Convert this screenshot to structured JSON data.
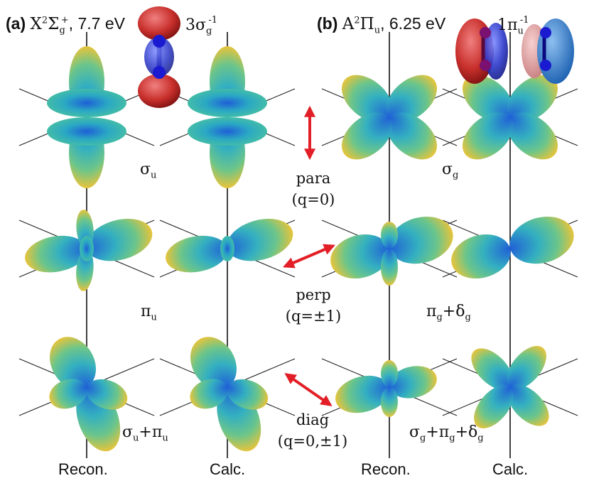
{
  "panels": [
    {
      "letter": "(a)",
      "state": "X",
      "state_sup": "2",
      "state_sym": "Σ",
      "state_sub": "g",
      "state_sup2": "+",
      "energy": ", 7.7 eV",
      "orbital": "3σ",
      "orbital_sub": "g",
      "orbital_sup": "-1"
    },
    {
      "letter": "(b)",
      "state": "A",
      "state_sup": "2",
      "state_sym": "Π",
      "state_sub": "u",
      "energy": ", 6.25 eV",
      "orbital": "1π",
      "orbital_sub": "u",
      "orbital_sup": "-1"
    }
  ],
  "symmetry_labels": {
    "a_row1": "σ",
    "a_row1_sub": "u",
    "a_row2": "π",
    "a_row2_sub": "u",
    "a_row3_1": "σ",
    "a_row3_1_sub": "u",
    "a_row3_plus": "+",
    "a_row3_2": "π",
    "a_row3_2_sub": "u",
    "b_row1": "σ",
    "b_row1_sub": "g",
    "b_row2_1": "π",
    "b_row2_1_sub": "g",
    "b_row2_plus": "+",
    "b_row2_2": "δ",
    "b_row2_2_sub": "g",
    "b_row3_1": "σ",
    "b_row3_1_sub": "g",
    "b_row3_plus1": "+",
    "b_row3_2": "π",
    "b_row3_2_sub": "g",
    "b_row3_plus2": "+",
    "b_row3_3": "δ",
    "b_row3_3_sub": "g"
  },
  "polarizations": [
    {
      "name": "para",
      "q": "(q=0)"
    },
    {
      "name": "perp",
      "q": "(q=±1)"
    },
    {
      "name": "diag",
      "q": "(q=0,±1)"
    }
  ],
  "columns": [
    "Recon.",
    "Calc.",
    "Recon.",
    "Calc."
  ],
  "colors": {
    "lobe_outer": "#e8c43a",
    "lobe_mid": "#3cb8b0",
    "lobe_inner": "#1f5fd6",
    "arrow": "#e21f26",
    "iso_pos": "#c8302c",
    "iso_neg": "#2a37c9",
    "iso_pink": "#e8a0a0",
    "iso_lightblue": "#3f87d8"
  }
}
